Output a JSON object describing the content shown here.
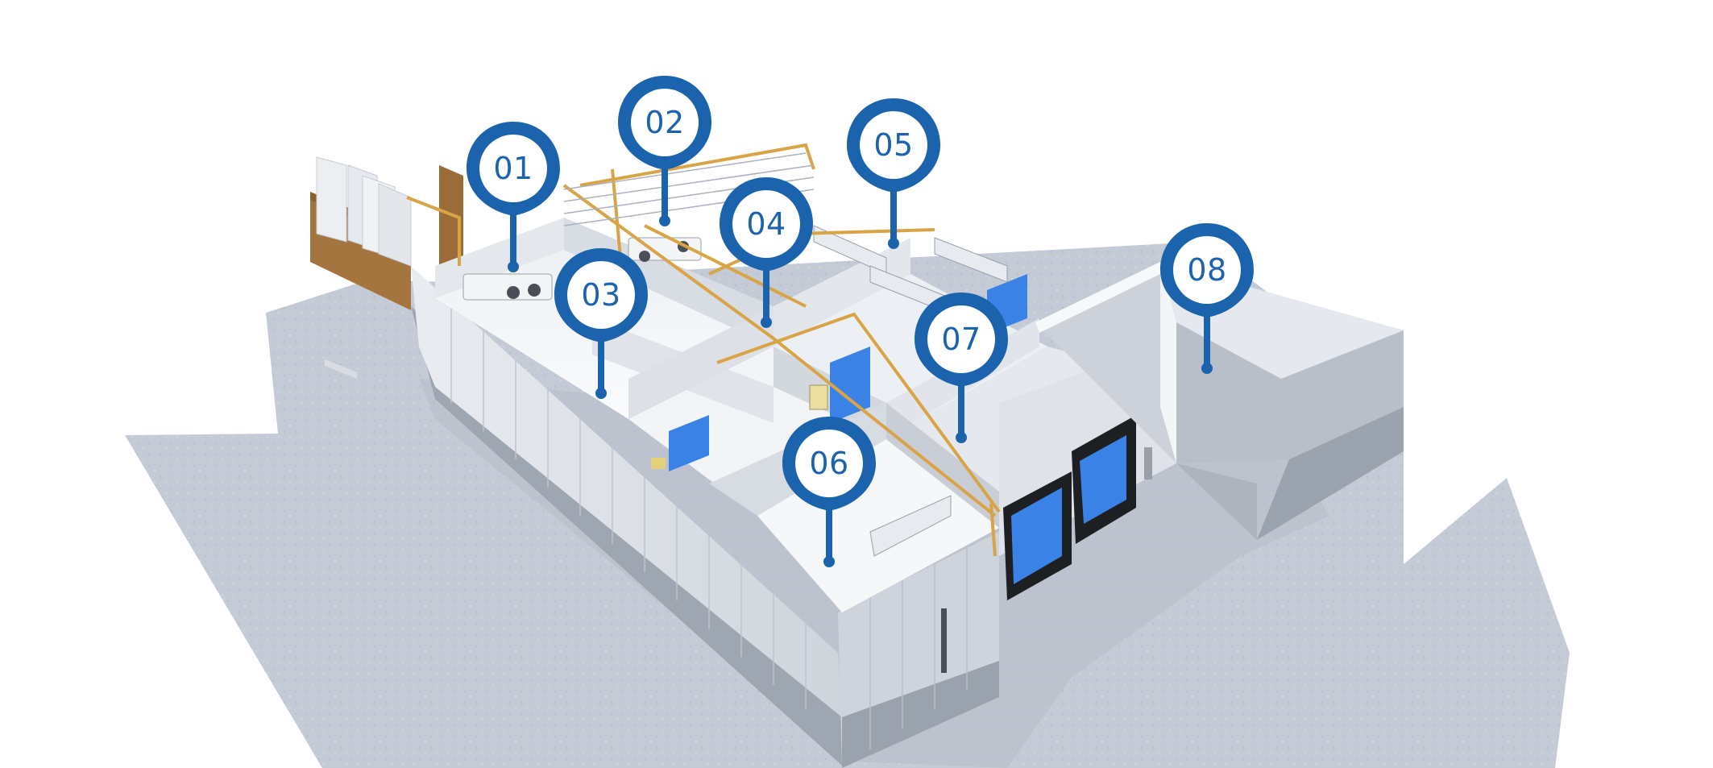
{
  "markers": [
    {
      "id": "01",
      "label": "01"
    },
    {
      "id": "02",
      "label": "02"
    },
    {
      "id": "03",
      "label": "03"
    },
    {
      "id": "04",
      "label": "04"
    },
    {
      "id": "05",
      "label": "05"
    },
    {
      "id": "06",
      "label": "06"
    },
    {
      "id": "07",
      "label": "07"
    },
    {
      "id": "08",
      "label": "08"
    }
  ],
  "colors": {
    "marker_blue": "#1b64ad",
    "marker_text": "#1b64ad",
    "floor": "#c5ccd6",
    "wall_panel": "#dfe3ea",
    "door_blue": "#3a7fe0",
    "pipe_copper": "#d8a446"
  }
}
